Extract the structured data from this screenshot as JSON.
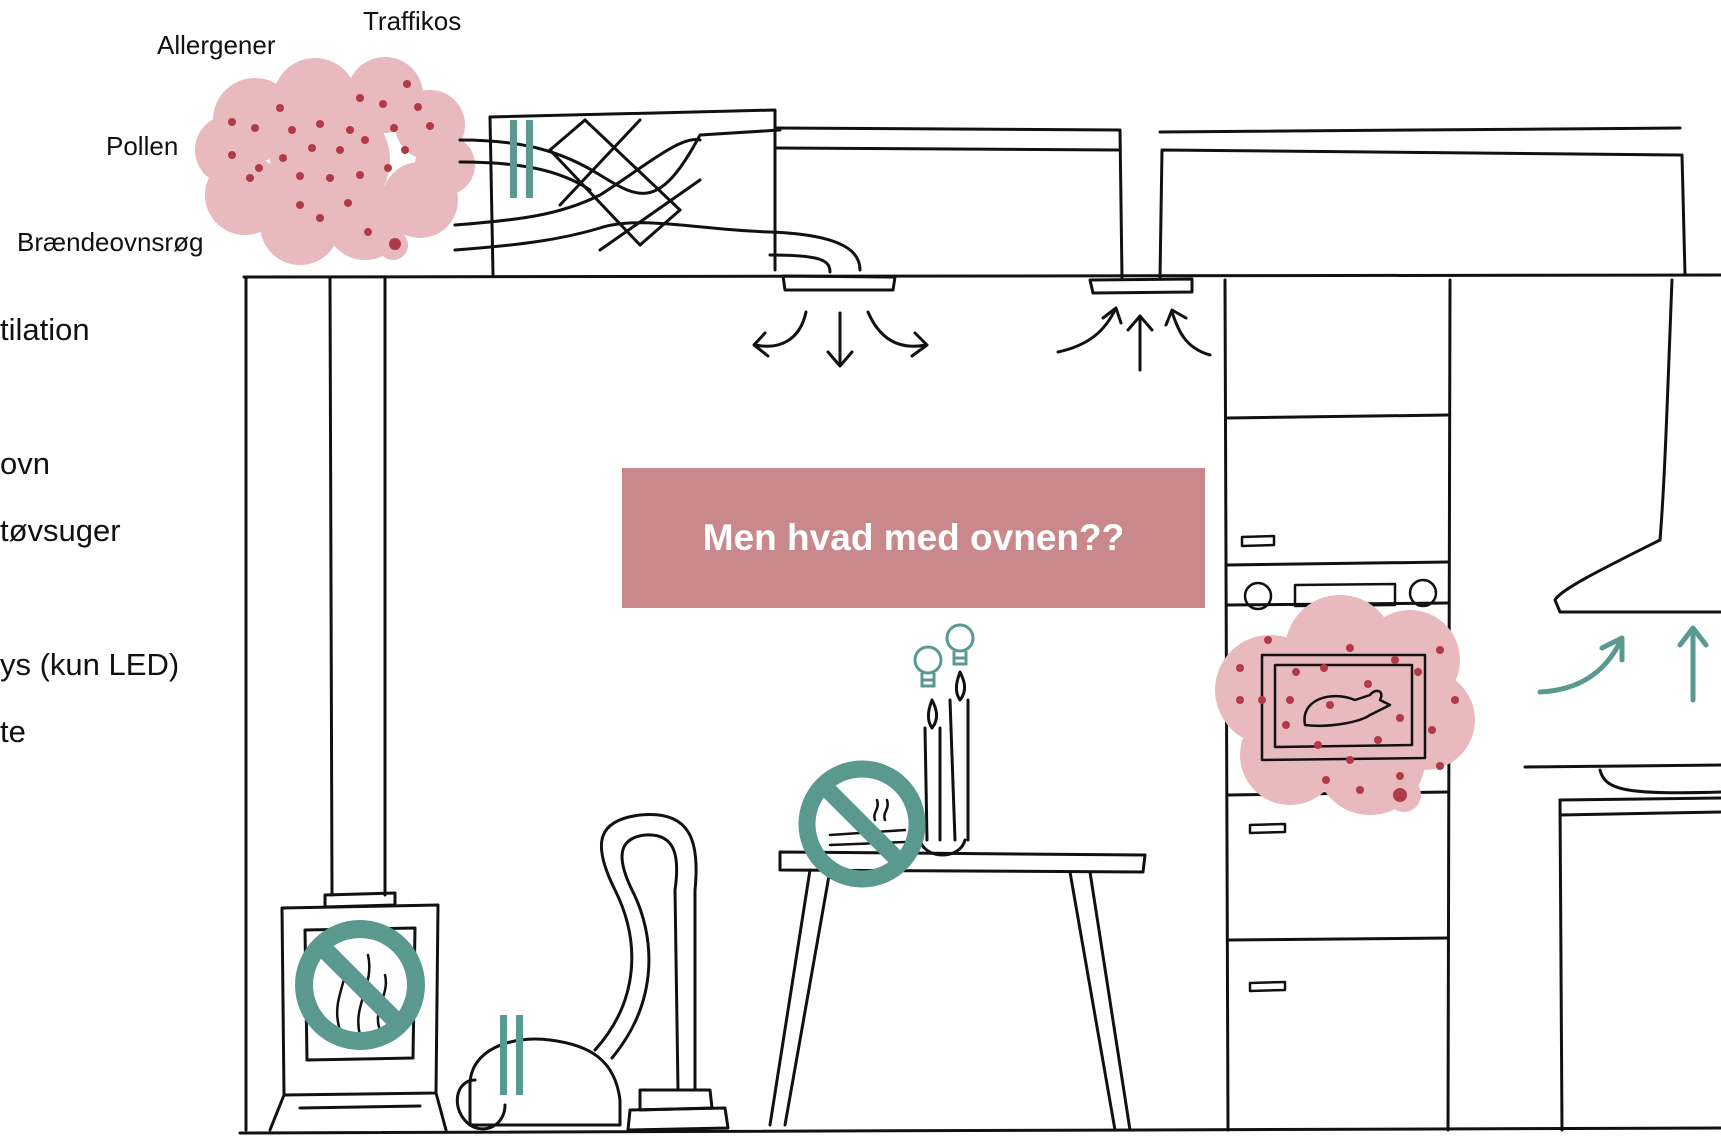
{
  "pollution_labels": {
    "traffic": "Traffikos",
    "allergens": "Allergener",
    "pollen": "Pollen",
    "woodsmoke": "Brændeovnsrøg"
  },
  "side_list": {
    "item_1": "tilation",
    "item_2": "ovn",
    "item_3": "tøvsuger",
    "item_4": "ys (kun LED)",
    "item_5": "te"
  },
  "banner": {
    "text": "Men hvad med ovnen??"
  },
  "colors": {
    "pollution_pink": "#e8b9bd",
    "pollution_dot": "#b23a48",
    "banner": "#c9888b",
    "teal": "#5a9990",
    "ink": "#111111"
  },
  "icons": [
    "prohibited-icon",
    "pause-icon",
    "lightbulb-icon",
    "arrow-up-icon",
    "air-flow-arrows-icon"
  ]
}
